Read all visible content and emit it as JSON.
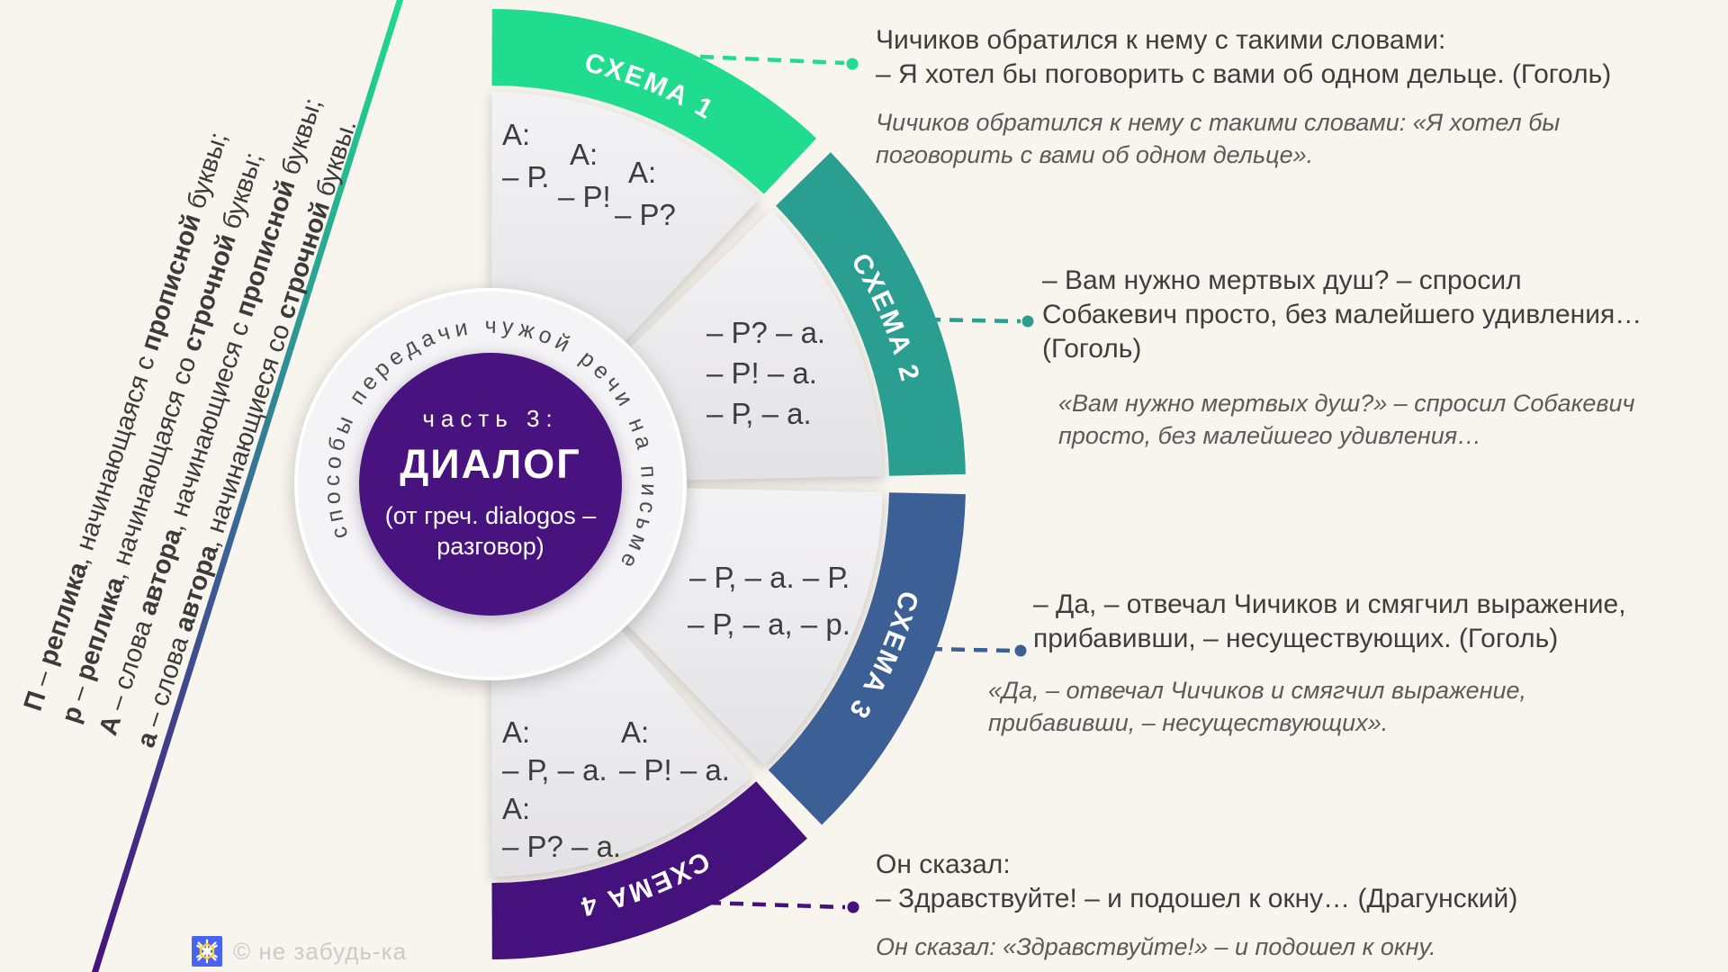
{
  "colors": {
    "background": "#f8f4ee",
    "green": "#1fdc8e",
    "teal": "#2b9e92",
    "blue": "#3c5f96",
    "purple_band": "#45117c",
    "purple_center": "#49137f",
    "gray_sector": "#ececee",
    "text_dark": "#3b3b3b",
    "text_italic": "#5b5b5b",
    "watermark_gray": "#cbcbcb"
  },
  "legend": {
    "lines": [
      [
        {
          "t": "П",
          "b": true
        },
        {
          "t": " – "
        },
        {
          "t": "реплика",
          "b": true
        },
        {
          "t": ", начинающаяся с "
        },
        {
          "t": "прописной",
          "b": true
        },
        {
          "t": " буквы;"
        }
      ],
      [
        {
          "t": "р",
          "b": true
        },
        {
          "t": " – "
        },
        {
          "t": "реплика",
          "b": true
        },
        {
          "t": ", начинающаяся со "
        },
        {
          "t": "строчной",
          "b": true
        },
        {
          "t": " буквы;"
        }
      ],
      [
        {
          "t": "А",
          "b": true
        },
        {
          "t": " – слова "
        },
        {
          "t": "автора",
          "b": true
        },
        {
          "t": ", начинающиеся с "
        },
        {
          "t": "прописной",
          "b": true
        },
        {
          "t": " буквы;"
        }
      ],
      [
        {
          "t": "а",
          "b": true
        },
        {
          "t": " – слова "
        },
        {
          "t": "автора",
          "b": true
        },
        {
          "t": ", начинающиеся со "
        },
        {
          "t": "строчной",
          "b": true
        },
        {
          "t": " буквы."
        }
      ]
    ]
  },
  "center": {
    "ring_text": "способы передачи чужой речи на письме",
    "part": "часть 3:",
    "title": "ДИАЛОГ",
    "origin_line1": "(от греч. dialogos –",
    "origin_line2": "разговор)"
  },
  "schemes": [
    {
      "label": "СХЕМА 1",
      "color": "#1fdc8e",
      "patterns": [
        "А:",
        "– Р.",
        "А:",
        "– Р!",
        "А:",
        "– Р?"
      ]
    },
    {
      "label": "СХЕМА 2",
      "color": "#2b9e92",
      "patterns": [
        "– Р? – а.",
        "– Р! – а.",
        "– Р, – а."
      ]
    },
    {
      "label": "СХЕМА 3",
      "color": "#3c5f96",
      "patterns": [
        "– Р, – а. – Р.",
        "– Р, – а, – р."
      ]
    },
    {
      "label": "СХЕМА 4",
      "color": "#45117c",
      "patterns": [
        "А:",
        "– Р, – а.",
        "А:",
        "– Р! – а.",
        "А:",
        "– Р? – а."
      ]
    }
  ],
  "examples": [
    {
      "lines": [
        "Чичиков обратился к нему с такими словами:",
        "– Я хотел бы поговорить с вами об одном дельце. (Гоголь)"
      ],
      "italic": [
        "Чичиков обратился к нему с такими словами: «Я хотел бы",
        "поговорить с вами об одном дельце»."
      ]
    },
    {
      "lines": [
        "– Вам нужно мертвых душ? – спросил",
        "Собакевич просто, без малейшего удивления…",
        "(Гоголь)"
      ],
      "italic": [
        "«Вам нужно мертвых душ?» – спросил Собакевич",
        "просто, без малейшего удивления…"
      ]
    },
    {
      "lines": [
        "– Да, – отвечал Чичиков и смягчил выражение,",
        "прибавивши, – несуществующих. (Гоголь)"
      ],
      "italic": [
        "«Да, – отвечал Чичиков и смягчил выражение,",
        "прибавивши, – несуществующих»."
      ]
    },
    {
      "lines": [
        "Он сказал:",
        "– Здравствуйте! – и подошел к окну… (Драгунский)"
      ],
      "italic": [
        "Он сказал: «Здравствуйте!» – и подошел к окну."
      ]
    }
  ],
  "watermark": {
    "copyright": "© не забудь-ка"
  }
}
